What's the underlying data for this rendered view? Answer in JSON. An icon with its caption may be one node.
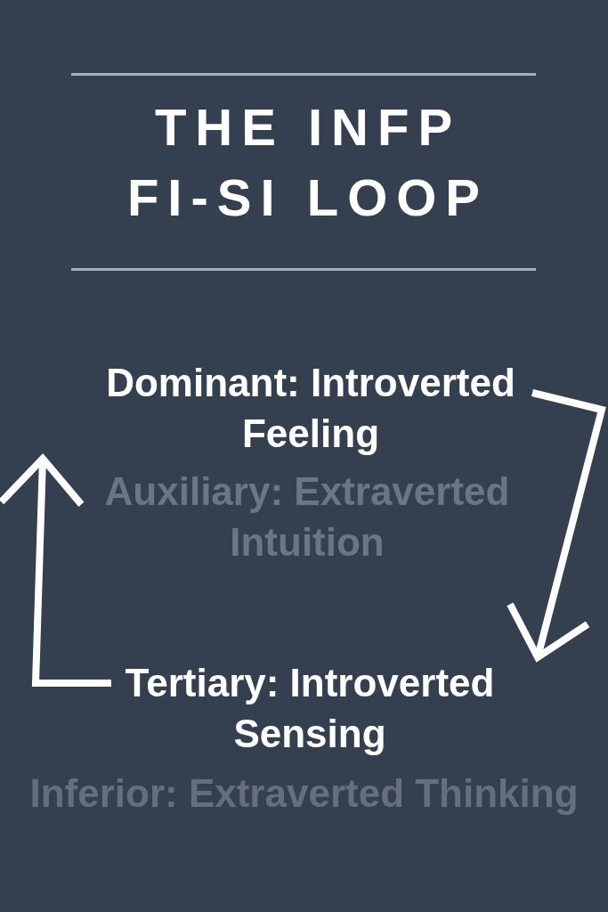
{
  "diagram": {
    "title": "THE INFP FI-SI LOOP",
    "nodes": [
      {
        "text": [
          "Dominant: Introverted Feeling"
        ]
      },
      {
        "text": [
          "Auxiliary: Extraverted Intuition"
        ]
      },
      {
        "text": [
          "Tertiary: Introverted Sensing"
        ]
      },
      {
        "text": [
          "Inferior: Extraverted Thinking"
        ]
      }
    ],
    "edges": [
      {
        "from": 0,
        "to": 2,
        "arrow": "to"
      },
      {
        "from": 2,
        "to": 0,
        "arrow": "to"
      }
    ]
  }
}
